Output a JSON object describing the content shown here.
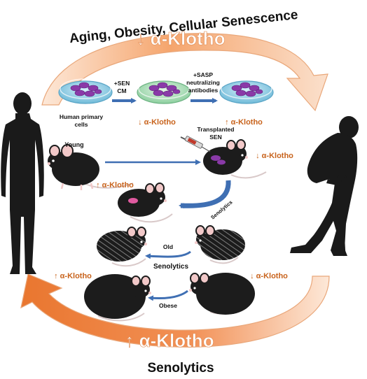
{
  "header": {
    "title": "Aging, Obesity, Cellular Senescence",
    "top_arrow_label": "↓ α-Klotho"
  },
  "footer": {
    "bottom_arrow_label": "↑ α-Klotho",
    "title": "Senolytics"
  },
  "cell_row": {
    "dish1_label_line1": "Human primary",
    "dish1_label_line2": "cells",
    "step1_label_line1": "+SEN",
    "step1_label_line2": "CM",
    "dish2_result": "↓ α-Klotho",
    "step2_label_line1": "+SASP",
    "step2_label_line2": "neutralizing",
    "step2_label_line3": "antibodies",
    "dish3_result": "↑ α-Klotho"
  },
  "transplant_row": {
    "young_label": "Young",
    "young_result": "↑ α-Klotho",
    "transplant_label_line1": "Transplanted",
    "transplant_label_line2": "SEN",
    "transplant_result": "↓ α-Klotho",
    "curve_label": "Senolytics"
  },
  "old_obese_row": {
    "old_label": "Old",
    "center_label": "Senolytics",
    "obese_label": "Obese",
    "right_result": "↓ α-Klotho",
    "left_result": "↑ α-Klotho"
  },
  "colors": {
    "orange": "#e9762f",
    "orange_pale": "#fbe0cc",
    "blue": "#3f6fb3",
    "klotho_text": "#c8631c",
    "silhouette": "#1a1a1a",
    "dish_blue": "#7fc6e0",
    "dish_green": "#a6d6b0",
    "cell_purple": "#8a3aa8",
    "mouse_black": "#1c1c1c",
    "mouse_pink": "#f2c9c9"
  }
}
